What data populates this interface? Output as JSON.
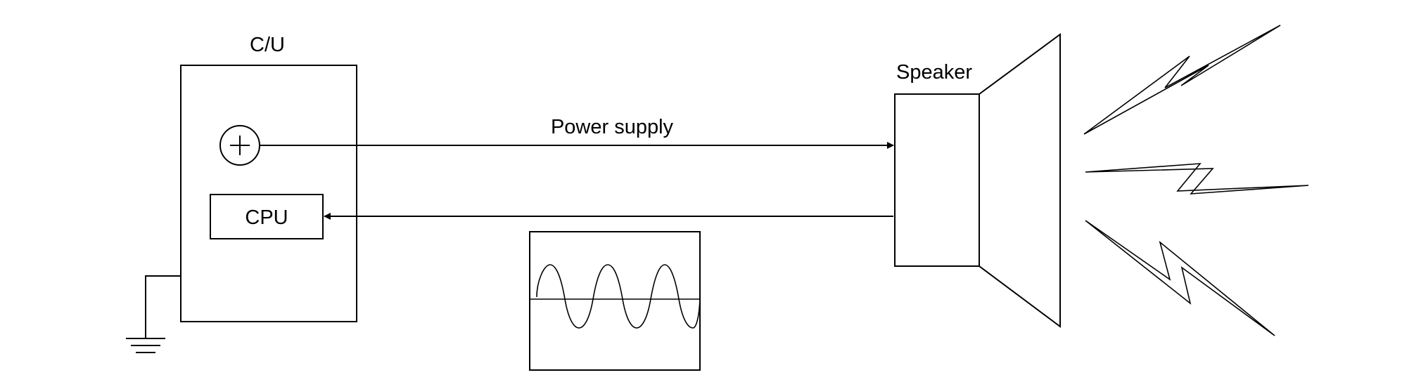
{
  "labels": {
    "control_unit": "C/U",
    "cpu": "CPU",
    "power_supply": "Power supply",
    "speaker": "Speaker"
  },
  "colors": {
    "line": "#000000",
    "background": "#ffffff"
  }
}
